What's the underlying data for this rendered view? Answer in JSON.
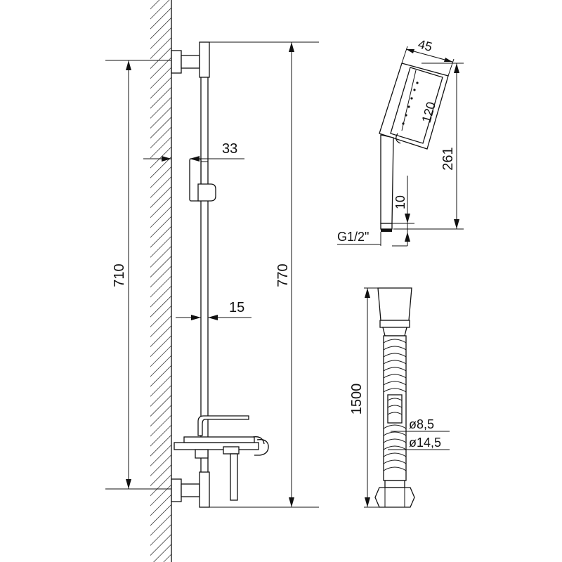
{
  "dimensions": {
    "bracket_spacing": "710",
    "total_height": "770",
    "wall_offset": "33",
    "rail_width": "15",
    "head_width": "45",
    "head_height": "120",
    "handshower_length": "261",
    "connector_length": "10",
    "thread": "G1/2\"",
    "hose_length": "1500",
    "hose_inner": "ø8,5",
    "hose_outer": "ø14,5"
  }
}
